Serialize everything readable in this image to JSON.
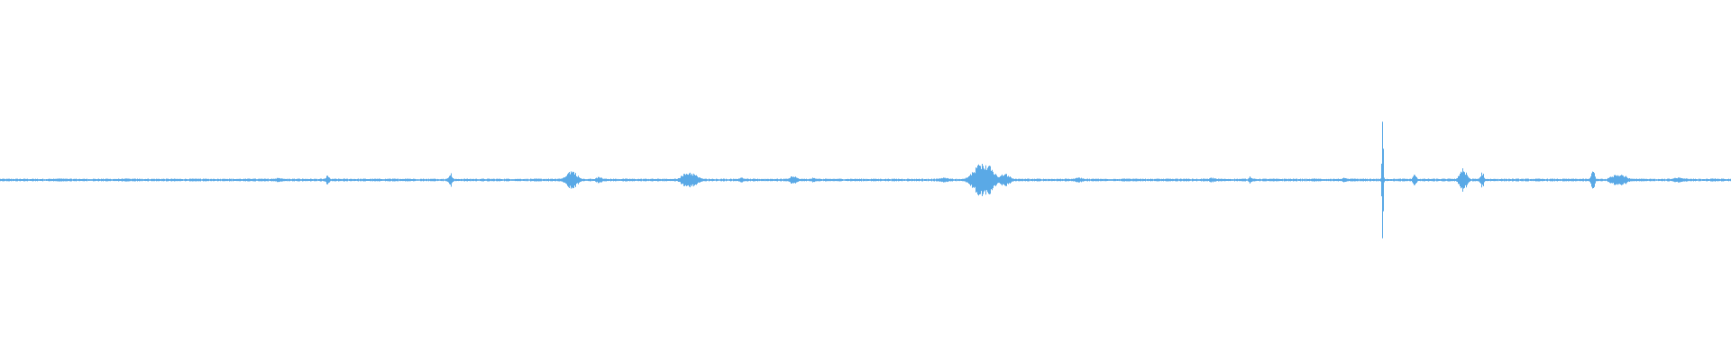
{
  "waveform": {
    "color": "#5aa9e6",
    "background": "#ffffff",
    "bursts": [
      {
        "at": 0.035,
        "amplitude": 0.01,
        "spread": 0.004
      },
      {
        "at": 0.072,
        "amplitude": 0.01,
        "spread": 0.003
      },
      {
        "at": 0.13,
        "amplitude": 0.008,
        "spread": 0.004
      },
      {
        "at": 0.16,
        "amplitude": 0.012,
        "spread": 0.004
      },
      {
        "at": 0.189,
        "amplitude": 0.03,
        "spread": 0.001
      },
      {
        "at": 0.235,
        "amplitude": 0.01,
        "spread": 0.003
      },
      {
        "at": 0.26,
        "amplitude": 0.045,
        "spread": 0.001
      },
      {
        "at": 0.33,
        "amplitude": 0.06,
        "spread": 0.003
      },
      {
        "at": 0.346,
        "amplitude": 0.02,
        "spread": 0.002
      },
      {
        "at": 0.398,
        "amplitude": 0.05,
        "spread": 0.004
      },
      {
        "at": 0.428,
        "amplitude": 0.015,
        "spread": 0.002
      },
      {
        "at": 0.458,
        "amplitude": 0.03,
        "spread": 0.002
      },
      {
        "at": 0.47,
        "amplitude": 0.015,
        "spread": 0.002
      },
      {
        "at": 0.545,
        "amplitude": 0.015,
        "spread": 0.003
      },
      {
        "at": 0.562,
        "amplitude": 0.04,
        "spread": 0.001
      },
      {
        "at": 0.568,
        "amplitude": 0.11,
        "spread": 0.005
      },
      {
        "at": 0.58,
        "amplitude": 0.04,
        "spread": 0.003
      },
      {
        "at": 0.623,
        "amplitude": 0.015,
        "spread": 0.003
      },
      {
        "at": 0.65,
        "amplitude": 0.01,
        "spread": 0.003
      },
      {
        "at": 0.685,
        "amplitude": 0.01,
        "spread": 0.002
      },
      {
        "at": 0.7,
        "amplitude": 0.015,
        "spread": 0.002
      },
      {
        "at": 0.722,
        "amplitude": 0.025,
        "spread": 0.001
      },
      {
        "at": 0.76,
        "amplitude": 0.01,
        "spread": 0.002
      },
      {
        "at": 0.777,
        "amplitude": 0.015,
        "spread": 0.002
      },
      {
        "at": 0.7985,
        "amplitude": 0.38,
        "spread": 0.0004
      },
      {
        "at": 0.817,
        "amplitude": 0.035,
        "spread": 0.001
      },
      {
        "at": 0.845,
        "amplitude": 0.07,
        "spread": 0.002
      },
      {
        "at": 0.856,
        "amplitude": 0.05,
        "spread": 0.001
      },
      {
        "at": 0.92,
        "amplitude": 0.06,
        "spread": 0.001
      },
      {
        "at": 0.935,
        "amplitude": 0.04,
        "spread": 0.004
      },
      {
        "at": 0.97,
        "amplitude": 0.015,
        "spread": 0.004
      },
      {
        "at": 0.99,
        "amplitude": 0.01,
        "spread": 0.003
      }
    ]
  }
}
